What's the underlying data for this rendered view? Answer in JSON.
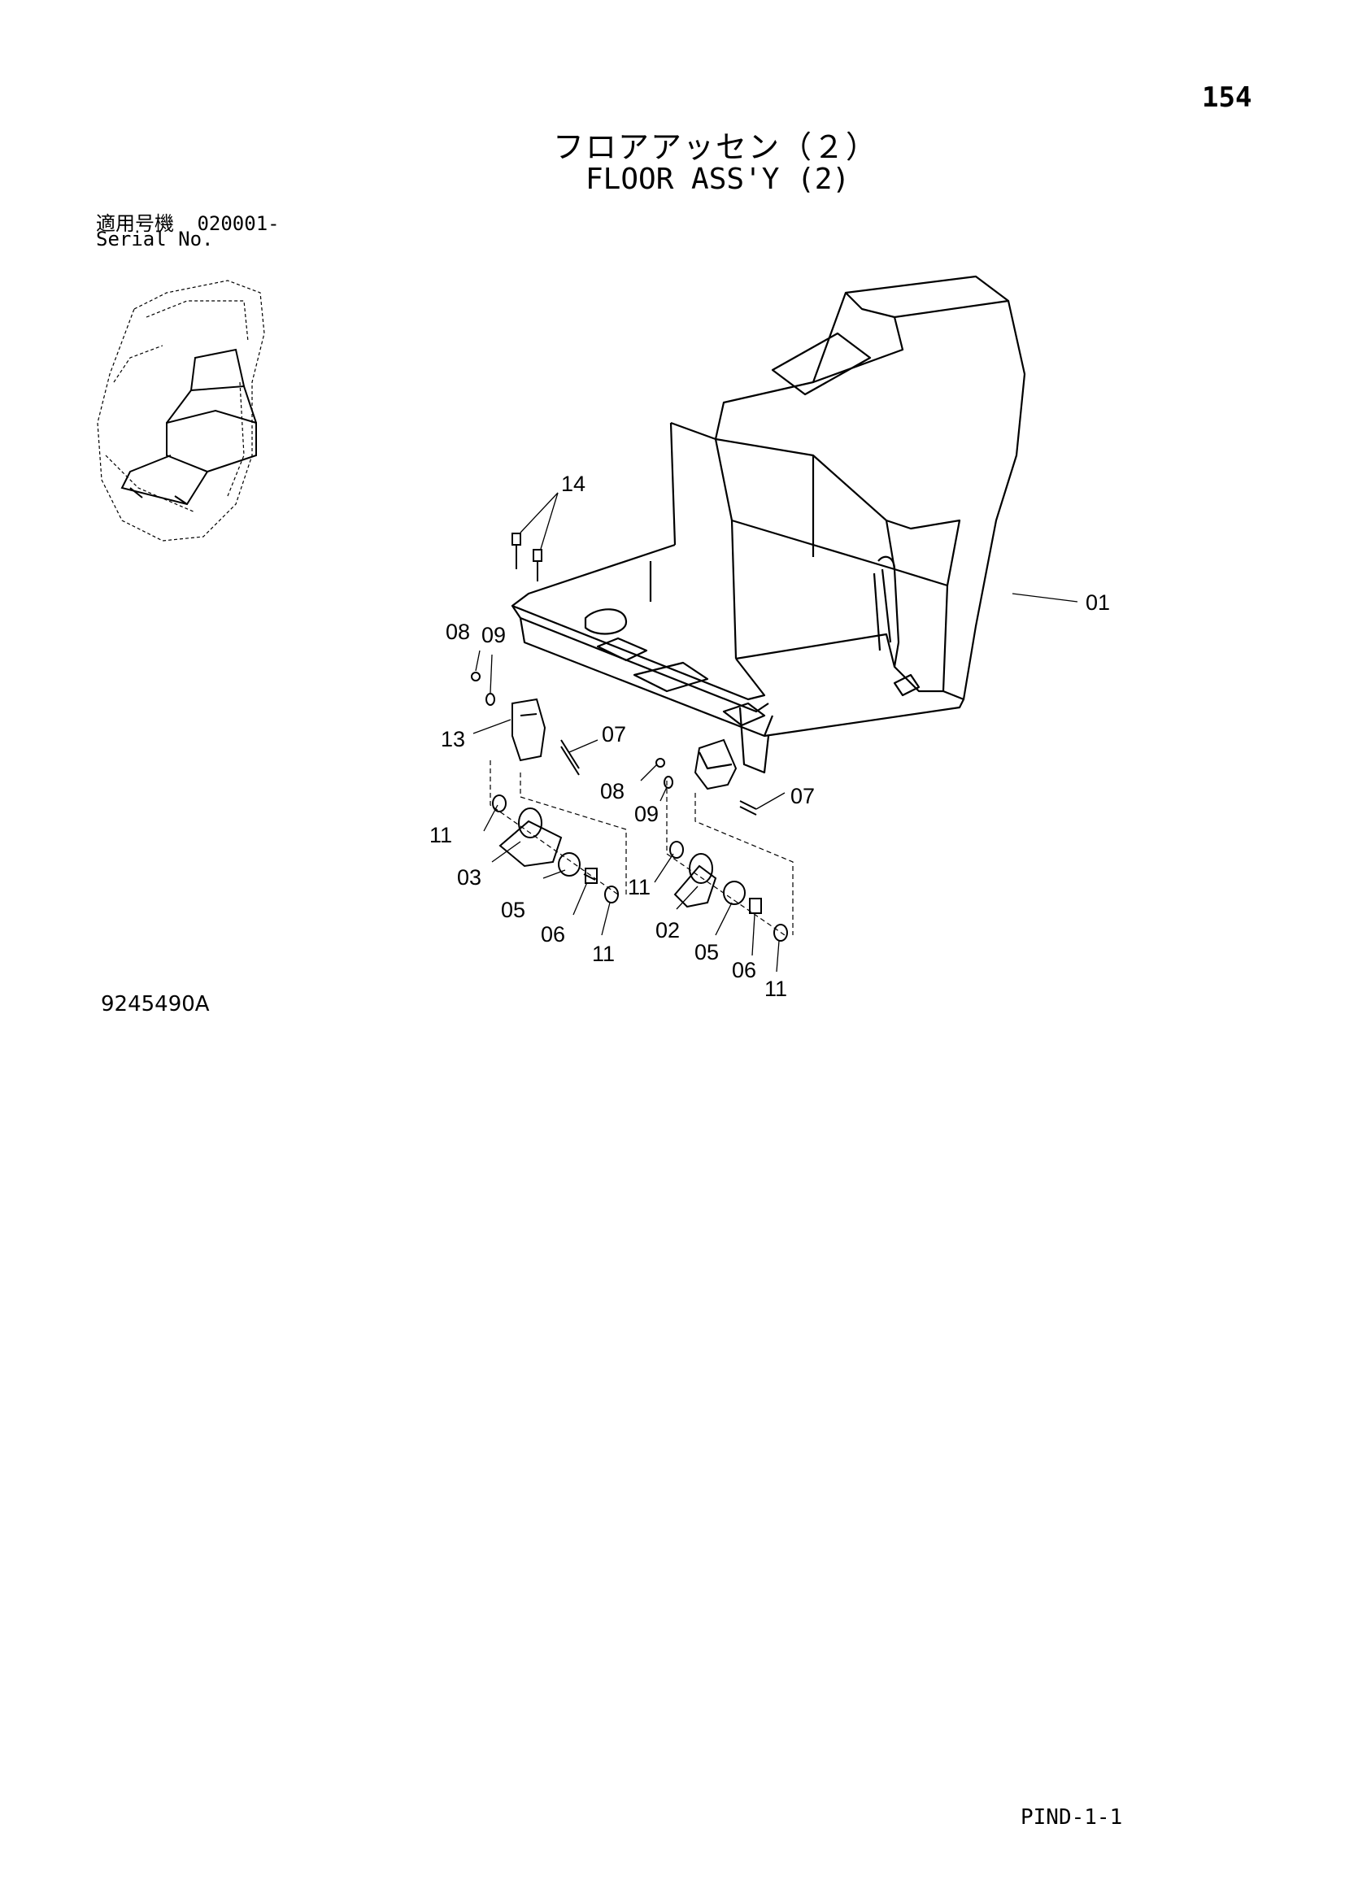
{
  "page": {
    "number": "154",
    "title_jp": "フロアアッセン（２）",
    "title_en": "FLOOR ASS'Y (2)",
    "serial_label_jp": "適用号機",
    "serial_value": "020001-",
    "serial_label_en": "Serial No.",
    "drawing_number": "9245490A",
    "footer_code": "PIND-1-1"
  },
  "callouts": {
    "c01": "01",
    "c02": "02",
    "c03": "03",
    "c05a": "05",
    "c05b": "05",
    "c06a": "06",
    "c06b": "06",
    "c07a": "07",
    "c07b": "07",
    "c08a": "08",
    "c08b": "08",
    "c09a": "09",
    "c09b": "09",
    "c11a": "11",
    "c11b": "11",
    "c11c": "11",
    "c11d": "11",
    "c13": "13",
    "c14": "14"
  }
}
